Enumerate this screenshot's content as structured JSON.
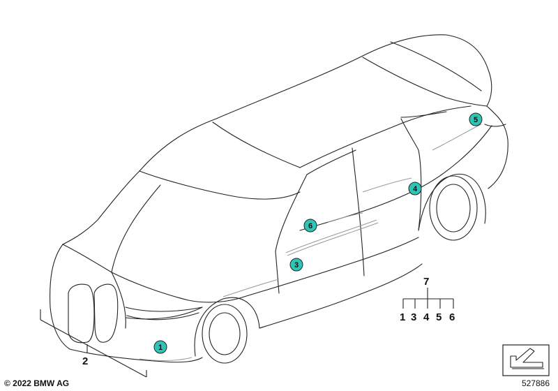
{
  "callouts": {
    "c1": "1",
    "c3": "3",
    "c4": "4",
    "c5": "5",
    "c6": "6"
  },
  "labels": {
    "part2": "2",
    "set_title": "7",
    "set_items": [
      "1",
      "3",
      "4",
      "5",
      "6"
    ]
  },
  "footer": {
    "copyright": "© 2022 BMW AG",
    "diagram_id": "527886"
  },
  "colors": {
    "callout_fill": "#2ec4b6",
    "line": "#222222",
    "hatch": "#999999"
  },
  "icons": {
    "navigation": "arrow-icon"
  }
}
